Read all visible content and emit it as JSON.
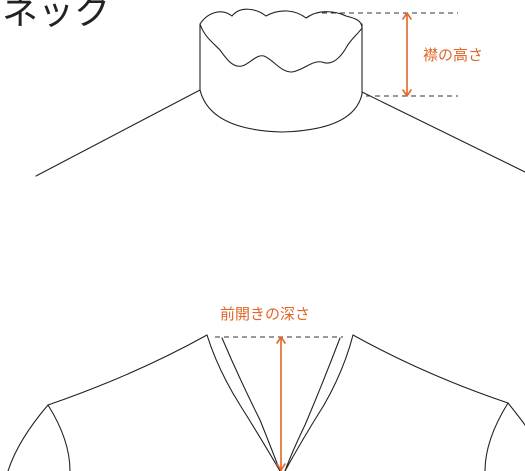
{
  "section_title": "ネック",
  "collar_height_label": "襟の高さ",
  "front_opening_depth_label": "前開きの深さ",
  "colors": {
    "outline": "#222222",
    "accent": "#e0662a",
    "dash": "#333333"
  }
}
